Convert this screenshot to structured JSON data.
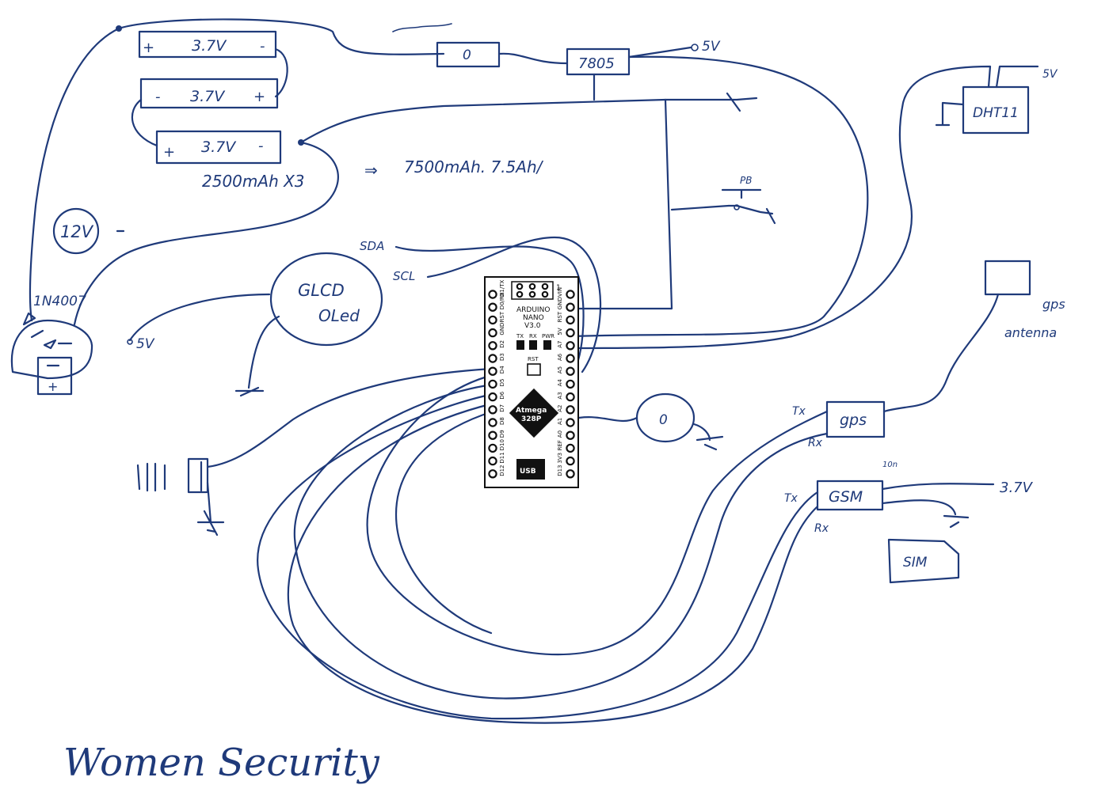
{
  "ink_color": "#1f3a7a",
  "battery": {
    "cells": [
      {
        "left_sign": "+",
        "voltage": "3.7V",
        "right_sign": "-"
      },
      {
        "left_sign": "-",
        "voltage": "3.7V",
        "right_sign": "+"
      },
      {
        "left_sign": "+",
        "voltage": "3.7V",
        "right_sign": "-"
      }
    ],
    "capacity_note": "2500mAh X3",
    "arrow": "⇒",
    "total_note": "7500mAh.  7.5Ah/"
  },
  "power": {
    "voltage_badge": "12V",
    "diode_label": "1N4007",
    "switch_label": "0",
    "regulator_label": "7805",
    "regulator_output": "5V"
  },
  "oled": {
    "label_line1": "GLCD",
    "label_line2": "OLed",
    "supply_label": "5V"
  },
  "i2c": {
    "sda": "SDA",
    "scl": "SCL"
  },
  "dht": {
    "label": "DHT11",
    "supply_label": "5V"
  },
  "gps": {
    "module_label": "gps",
    "tx": "Tx",
    "rx": "Rx",
    "antenna_line1": "gps",
    "antenna_line2": "antenna"
  },
  "gsm": {
    "module_label": "GSM",
    "tx": "Tx",
    "rx": "Rx",
    "resistor_note": "10n",
    "supply_label": "3.7V",
    "sim_label": "SIM"
  },
  "pushbutton": {
    "label": "PB"
  },
  "buzzer_knob": {
    "label": "0"
  },
  "nano": {
    "line1": "ARDUINO",
    "line2": "NANO",
    "line3": "V3.0",
    "chip_line1": "Atmega",
    "chip_line2": "328P",
    "usb": "USB",
    "led_labels": [
      "TX",
      "RX",
      "PWR"
    ],
    "reset": "RST",
    "icsp_pin1": "1",
    "left_pins": [
      "D1/TX",
      "D0/RX",
      "RST",
      "GND",
      "D2",
      "D3",
      "D4",
      "D5",
      "D6",
      "D7",
      "D8",
      "D9",
      "D10",
      "D11",
      "D12"
    ],
    "right_pins": [
      "VIN",
      "GND",
      "RST",
      "5V",
      "A7",
      "A6",
      "A5",
      "A4",
      "A3",
      "A2",
      "A1",
      "A0",
      "REF",
      "3V3",
      "D13"
    ]
  },
  "title": "Women Security"
}
